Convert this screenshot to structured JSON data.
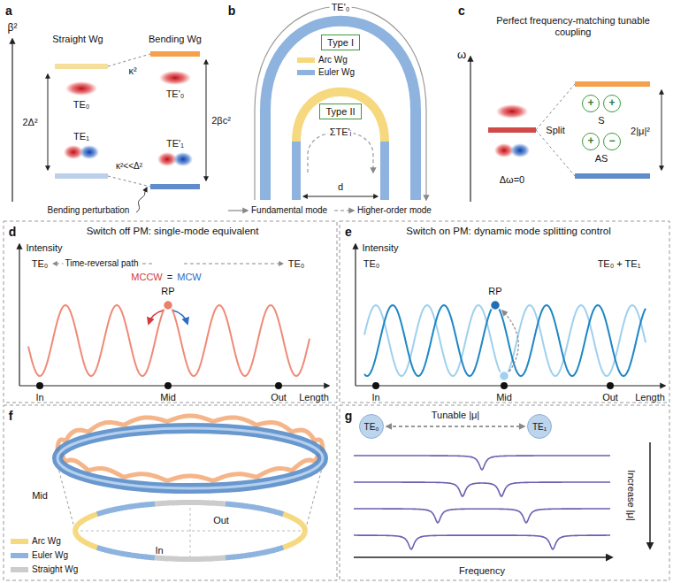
{
  "diagram": {
    "nodes": [
      {
        "text": [
          "Type I"
        ]
      },
      {
        "text": [
          "Type II"
        ]
      },
      {
        "text": [
          "+"
        ]
      },
      {
        "text": [
          "+"
        ]
      },
      {
        "text": [
          "+"
        ]
      },
      {
        "text": [
          "−"
        ]
      },
      {
        "text": [
          "TE₀"
        ]
      },
      {
        "text": [
          "TE₁"
        ]
      }
    ],
    "edges": [
      {
        "from": 6,
        "to": 7,
        "arrow": "both",
        "label": "Tunable |μ|"
      }
    ],
    "labels": [
      "a",
      "β²",
      "Straight Wg",
      "Bending Wg",
      "κ²",
      "TE₀",
      "TE'₀",
      "2Δ²",
      "2βc²",
      "TE₁",
      "TE'₁",
      "κ²<<Δ²",
      "Bending perturbation",
      "b",
      "TE'₀",
      "ΣTE'ᵢ",
      "d",
      "c",
      "Perfect frequency-matching tunable coupling",
      "ω",
      "Split",
      "S",
      "AS",
      "2|μ|²",
      "Δω=0",
      "d",
      "Switch off PM: single-mode equivalent",
      "Intensity",
      "TE₀",
      "Time-reversal path",
      "TE₀",
      "MCCW",
      "=",
      "MCW",
      "RP",
      "In",
      "Mid",
      "Out",
      "Length",
      "e",
      "Switch on PM: dynamic mode splitting control",
      "Intensity",
      "TE₀",
      "TE₀ + TE₁",
      "RP",
      "In",
      "Mid",
      "Out",
      "Length",
      "f",
      "Mid",
      "Out",
      "In",
      "g",
      "Increase |μ|",
      "Frequency"
    ],
    "legend": [
      {
        "text": "Arc Wg",
        "color": "#f6d87e"
      },
      {
        "text": "Euler Wg",
        "color": "#8db3de"
      },
      {
        "text": "Fundamental mode"
      },
      {
        "text": "Higher-order mode"
      },
      {
        "text": "Arc Wg",
        "color": "#f6d87e"
      },
      {
        "text": "Euler Wg",
        "color": "#8db3de"
      },
      {
        "text": "Straight Wg",
        "color": "#cccccc"
      }
    ]
  }
}
